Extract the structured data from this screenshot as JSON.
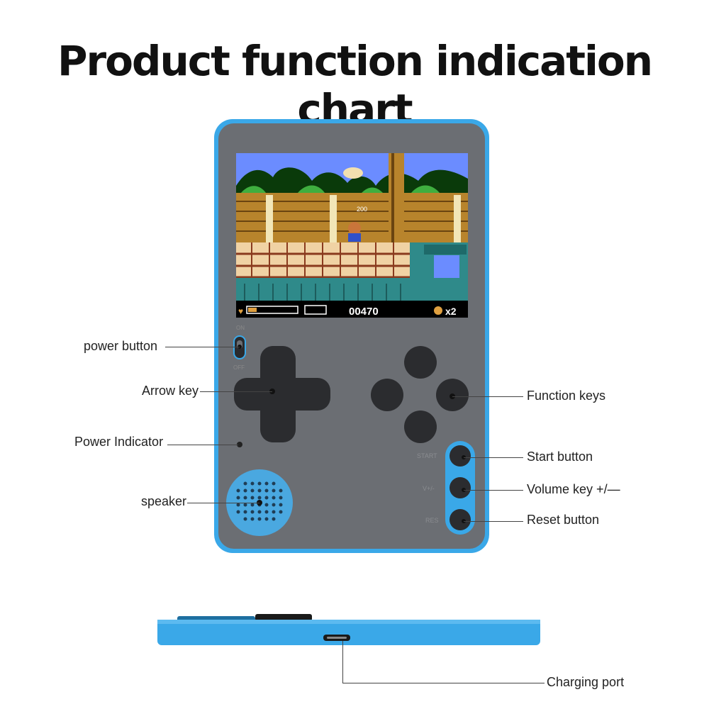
{
  "title": "Product function indication chart",
  "top_fragment": "",
  "device": {
    "body_color": "#6b6e73",
    "frame_color": "#3aa8e8",
    "switch_on": "ON",
    "switch_off": "OFF",
    "side_labels": {
      "start": "START",
      "volume": "V+/-",
      "reset": "RES"
    },
    "game_hud": {
      "score": "00470",
      "lives": "x2",
      "points_popup": "200"
    }
  },
  "callouts": {
    "power_button": "power button",
    "arrow_key": "Arrow key",
    "power_indicator": "Power Indicator",
    "speaker": "speaker",
    "function_keys": "Function keys",
    "start_button": "Start button",
    "volume_key": "Volume key +/—",
    "reset_button": "Reset button",
    "charging_port": "Charging port"
  }
}
